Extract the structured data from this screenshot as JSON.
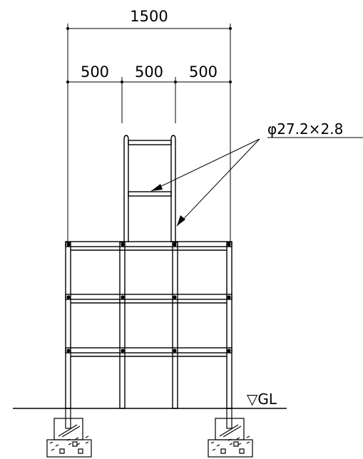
{
  "dimensions": {
    "overall": "1500",
    "segments": [
      "500",
      "500",
      "500"
    ]
  },
  "pipe_label": "φ27.2×2.8",
  "ground_label": "▽GL"
}
